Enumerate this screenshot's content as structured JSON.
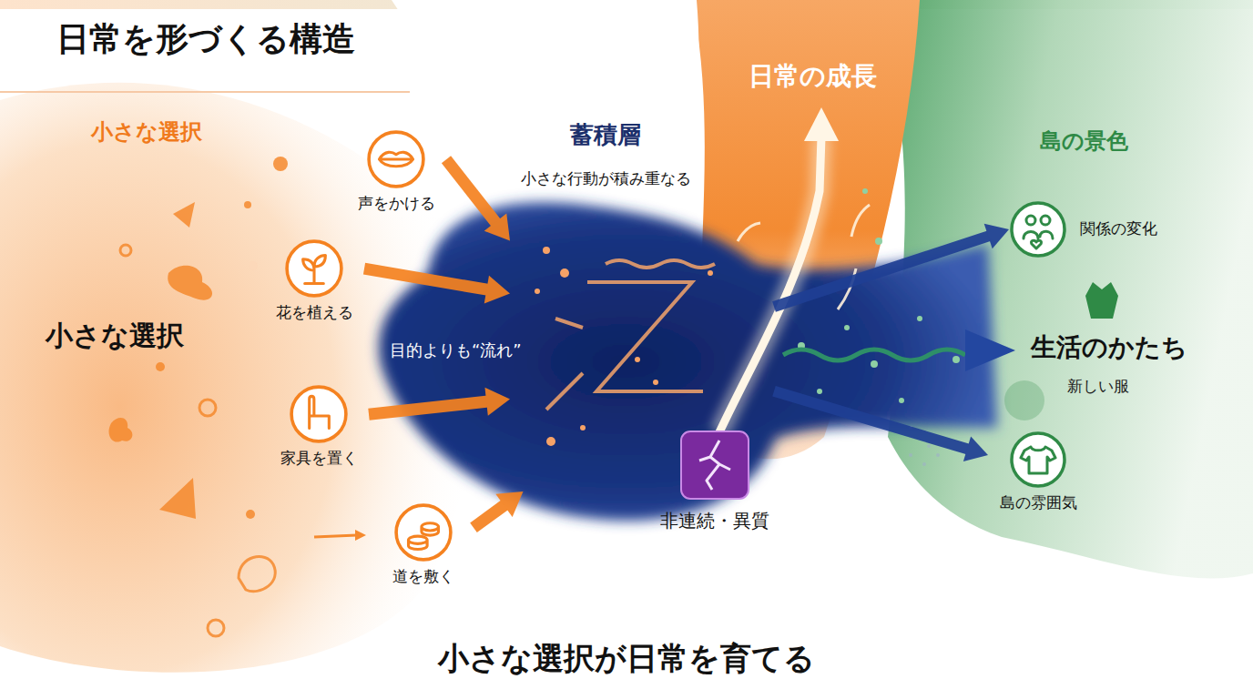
{
  "diagram": {
    "title": "日常を形づくる構造",
    "caption": "小さな選択が日常を育てる",
    "nodes": [
      {
        "text": [
          "声をかける"
        ]
      },
      {
        "text": [
          "花を植える"
        ]
      },
      {
        "text": [
          "家具を置く"
        ]
      },
      {
        "text": [
          "道を敷く"
        ]
      },
      {
        "text": [
          "蓄積層",
          "小さな行動が積み重なる",
          "目的よりも“流れ”"
        ]
      },
      {
        "text": [
          "非連続・異質"
        ]
      },
      {
        "text": [
          "関係の変化"
        ]
      },
      {
        "text": [
          "島の雰囲気"
        ]
      }
    ],
    "edges": [
      {
        "from": 0,
        "to": 4,
        "arrow": "to"
      },
      {
        "from": 1,
        "to": 4,
        "arrow": "to"
      },
      {
        "from": 2,
        "to": 4,
        "arrow": "to"
      },
      {
        "from": 3,
        "to": 4,
        "arrow": "to"
      },
      {
        "from": 4,
        "to": 6,
        "arrow": "to"
      },
      {
        "from": 4,
        "to": 7,
        "arrow": "to"
      }
    ],
    "labels": [
      "小さな選択",
      "小さな選択",
      "日常の成長",
      "島の景色",
      "生活のかたち",
      "新しい服"
    ]
  }
}
